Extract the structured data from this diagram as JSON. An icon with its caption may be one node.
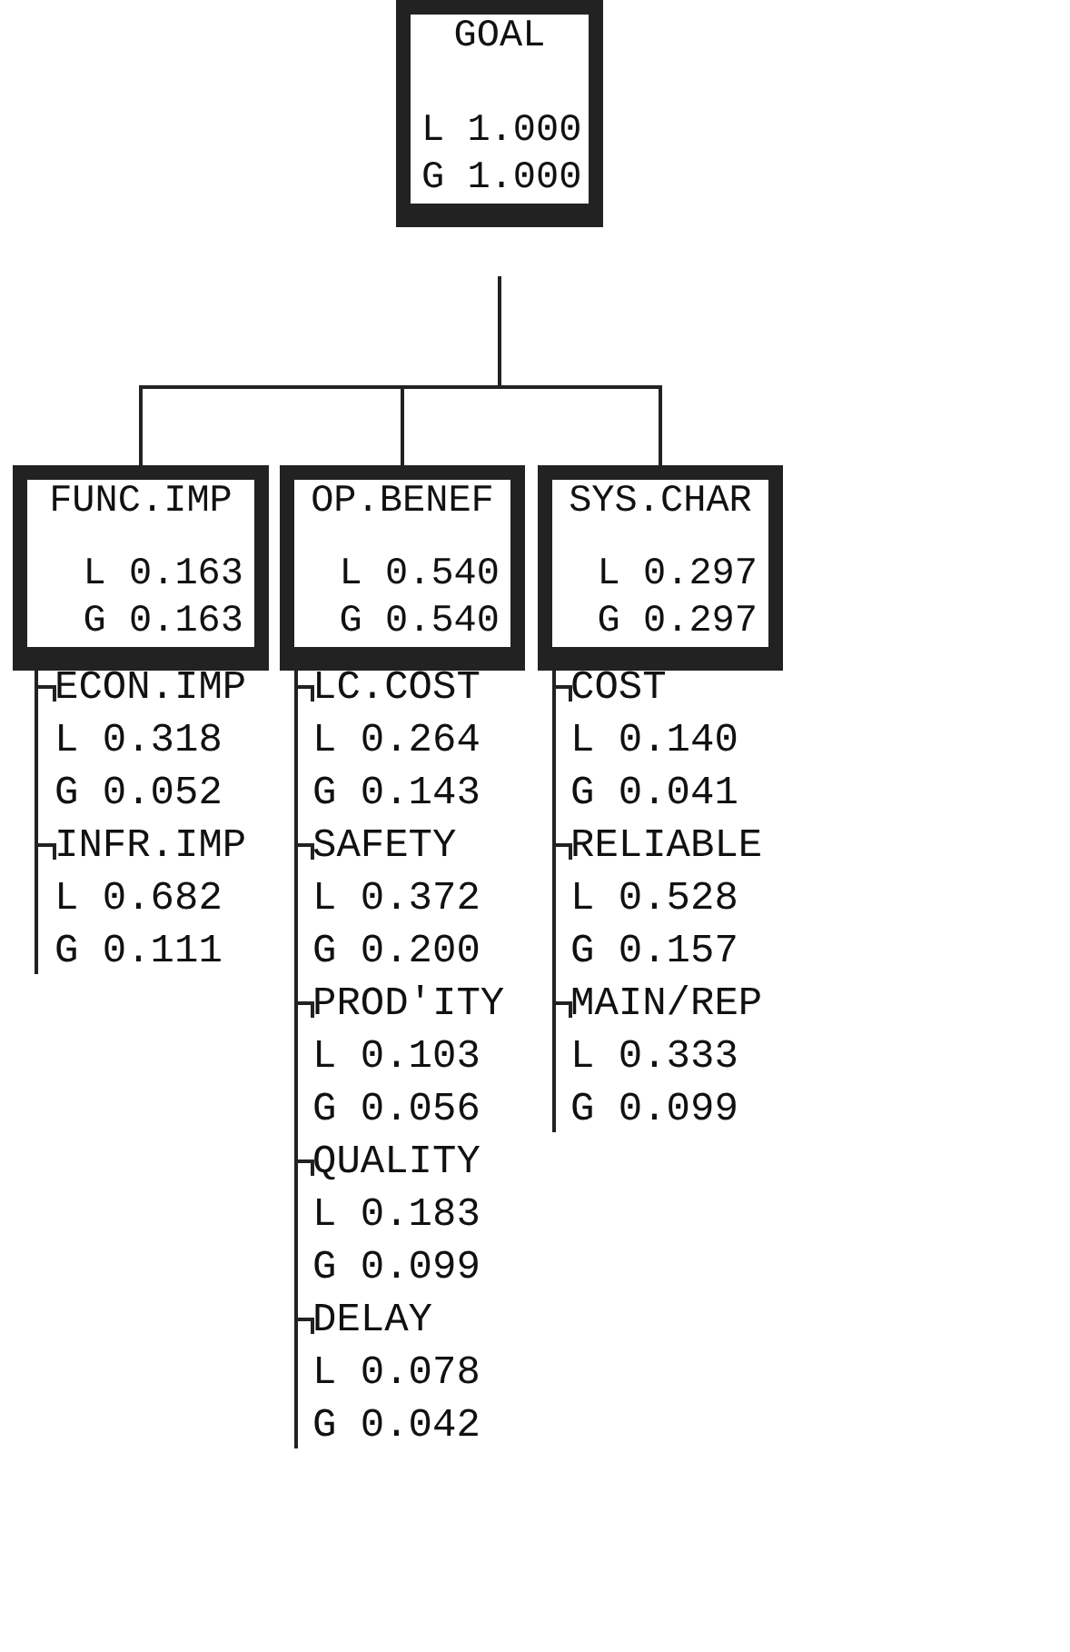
{
  "diagram": {
    "nodes": [
      {
        "text": [
          "GOAL",
          "L 1.000",
          "G 1.000"
        ]
      },
      {
        "text": [
          "FUNC.IMP",
          "L 0.163",
          "G 0.163"
        ]
      },
      {
        "text": [
          "OP.BENEF",
          "L 0.540",
          "G 0.540"
        ]
      },
      {
        "text": [
          "SYS.CHAR",
          "L 0.297",
          "G 0.297"
        ]
      },
      {
        "text": [
          "ECON.IMP",
          "L 0.318",
          "G 0.052"
        ]
      },
      {
        "text": [
          "INFR.IMP",
          "L 0.682",
          "G 0.111"
        ]
      },
      {
        "text": [
          "LC.COST",
          "L 0.264",
          "G 0.143"
        ]
      },
      {
        "text": [
          "SAFETY",
          "L 0.372",
          "G 0.200"
        ]
      },
      {
        "text": [
          "PROD'ITY",
          "L 0.103",
          "G 0.056"
        ]
      },
      {
        "text": [
          "QUALITY",
          "L 0.183",
          "G 0.099"
        ]
      },
      {
        "text": [
          "DELAY",
          "L 0.078",
          "G 0.042"
        ]
      },
      {
        "text": [
          "COST",
          "L 0.140",
          "G 0.041"
        ]
      },
      {
        "text": [
          "RELIABLE",
          "L 0.528",
          "G 0.157"
        ]
      },
      {
        "text": [
          "MAIN/REP",
          "L 0.333",
          "G 0.099"
        ]
      }
    ],
    "edges": [
      {
        "from": 0,
        "to": 1,
        "arrow": "none"
      },
      {
        "from": 0,
        "to": 2,
        "arrow": "none"
      },
      {
        "from": 0,
        "to": 3,
        "arrow": "none"
      },
      {
        "from": 1,
        "to": 4,
        "arrow": "none"
      },
      {
        "from": 1,
        "to": 5,
        "arrow": "none"
      },
      {
        "from": 2,
        "to": 6,
        "arrow": "none"
      },
      {
        "from": 2,
        "to": 7,
        "arrow": "none"
      },
      {
        "from": 2,
        "to": 8,
        "arrow": "none"
      },
      {
        "from": 2,
        "to": 9,
        "arrow": "none"
      },
      {
        "from": 2,
        "to": 10,
        "arrow": "none"
      },
      {
        "from": 3,
        "to": 11,
        "arrow": "none"
      },
      {
        "from": 3,
        "to": 12,
        "arrow": "none"
      },
      {
        "from": 3,
        "to": 13,
        "arrow": "none"
      }
    ]
  }
}
